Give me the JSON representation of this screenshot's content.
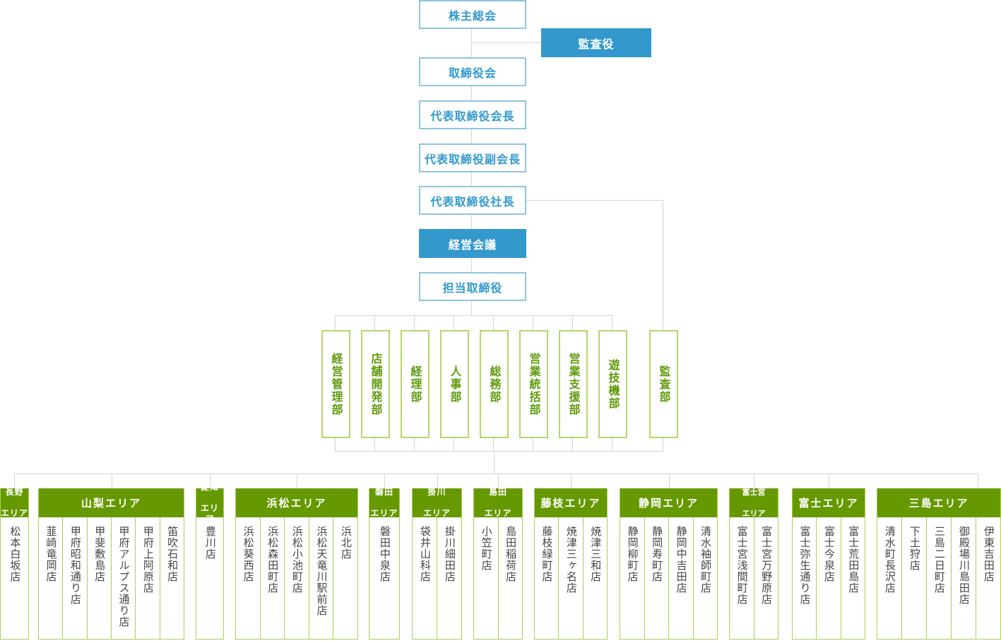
{
  "title": "組織図",
  "colors": {
    "exec_blue": "#3399cc",
    "dept_green": "#5e9a0a",
    "area_green": "#669900",
    "connector": "#d4d4d4"
  },
  "executives": [
    {
      "label": "株主総会"
    },
    {
      "label": "取締役会"
    },
    {
      "label": "代表取締役会長"
    },
    {
      "label": "代表取締役副会長"
    },
    {
      "label": "代表取締役社長"
    },
    {
      "label": "経営会議"
    },
    {
      "label": "担当取締役"
    }
  ],
  "auditor": {
    "label": "監査役"
  },
  "departments": [
    {
      "label": "経営管理部"
    },
    {
      "label": "店舗開発部"
    },
    {
      "label": "経理部"
    },
    {
      "label": "人事部"
    },
    {
      "label": "総務部"
    },
    {
      "label": "営業統括部"
    },
    {
      "label": "営業支援部"
    },
    {
      "label": "遊技機部"
    },
    {
      "label": "監査部"
    }
  ],
  "areas": [
    {
      "name_l1": "長野",
      "name_l2": "エリア",
      "stores": [
        "松本白坂店"
      ]
    },
    {
      "name_l1": "山梨エリア",
      "name_l2": "",
      "stores": [
        "韮崎竜岡店",
        "甲府昭和通り店",
        "甲斐敷島店",
        "甲府アルプス通り店",
        "甲府上阿原店",
        "笛吹石和店"
      ]
    },
    {
      "name_l1": "愛知",
      "name_l2": "エリア",
      "stores": [
        "豊川店"
      ]
    },
    {
      "name_l1": "浜松エリア",
      "name_l2": "",
      "stores": [
        "浜松葵西店",
        "浜松森田町店",
        "浜松小池町店",
        "浜松天竜川駅前店",
        "浜北店"
      ]
    },
    {
      "name_l1": "磐田",
      "name_l2": "エリア",
      "stores": [
        "磐田中泉店"
      ]
    },
    {
      "name_l1": "掛川",
      "name_l2": "エリア",
      "stores": [
        "袋井山科店",
        "掛川細田店"
      ]
    },
    {
      "name_l1": "島田",
      "name_l2": "エリア",
      "stores": [
        "小笠町店",
        "島田稲荷店"
      ]
    },
    {
      "name_l1": "藤枝エリア",
      "name_l2": "",
      "stores": [
        "藤枝緑町店",
        "焼津三ヶ名店",
        "焼津三和店"
      ]
    },
    {
      "name_l1": "静岡エリア",
      "name_l2": "",
      "stores": [
        "静岡柳町店",
        "静岡寿町店",
        "静岡中吉田店",
        "清水袖師町店"
      ]
    },
    {
      "name_l1": "富士宮",
      "name_l2": "エリア",
      "stores": [
        "富士宮浅間町店",
        "富士宮万野原店"
      ]
    },
    {
      "name_l1": "富士エリア",
      "name_l2": "",
      "stores": [
        "富士弥生通り店",
        "富士今泉店",
        "富士荒田島店"
      ]
    },
    {
      "name_l1": "三島エリア",
      "name_l2": "",
      "stores": [
        "清水町長沢店",
        "下土狩店",
        "三島二日町店",
        "御殿場川島田店",
        "伊東吉田店"
      ]
    }
  ]
}
